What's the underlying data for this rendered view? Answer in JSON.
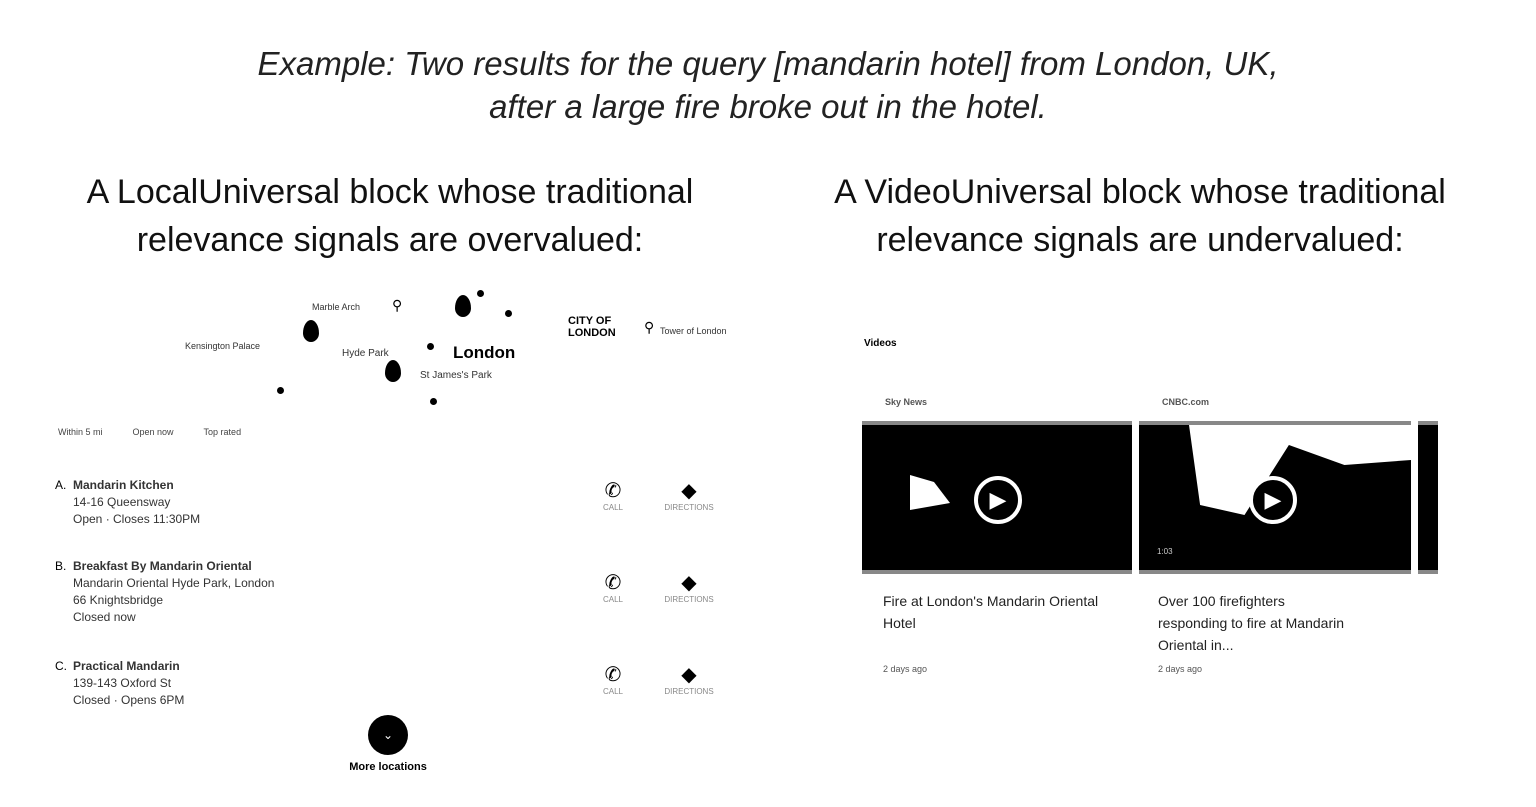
{
  "caption": {
    "line1": "Example: Two results for the query [mandarin hotel] from London, UK,",
    "line2": "after a large fire broke out in the hotel."
  },
  "left": {
    "heading1": "A LocalUniversal block whose traditional",
    "heading2": "relevance signals are overvalued:",
    "map": {
      "labels": [
        "Marble Arch",
        "Kensington Palace",
        "Hyde Park",
        "London",
        "St James's Park",
        "CITY OF",
        "LONDON",
        "Tower of London"
      ]
    },
    "filters": [
      "Within 5 mi",
      "Open now",
      "Top rated"
    ],
    "results": [
      {
        "letter": "A.",
        "name": "Mandarin Kitchen",
        "lines": [
          "14-16 Queensway",
          "Open · Closes 11:30PM"
        ]
      },
      {
        "letter": "B.",
        "name": "Breakfast By Mandarin Oriental",
        "lines": [
          "Mandarin Oriental Hyde Park, London",
          "66 Knightsbridge",
          "Closed now"
        ]
      },
      {
        "letter": "C.",
        "name": "Practical Mandarin",
        "lines": [
          "139-143 Oxford St",
          "Closed · Opens 6PM"
        ]
      }
    ],
    "call_label": "CALL",
    "directions_label": "DIRECTIONS",
    "more_label": "More locations"
  },
  "right": {
    "heading1": "A VideoUniversal block whose traditional",
    "heading2": "relevance signals are undervalued:",
    "section_label": "Videos",
    "videos": [
      {
        "source": "Sky News",
        "title": "Fire at London's Mandarin Oriental Hotel",
        "age": "2 days ago",
        "duration": ""
      },
      {
        "source": "CNBC.com",
        "title": "Over 100 firefighters responding to fire at Mandarin Oriental in...",
        "age": "2 days ago",
        "duration": "1:03"
      }
    ]
  }
}
